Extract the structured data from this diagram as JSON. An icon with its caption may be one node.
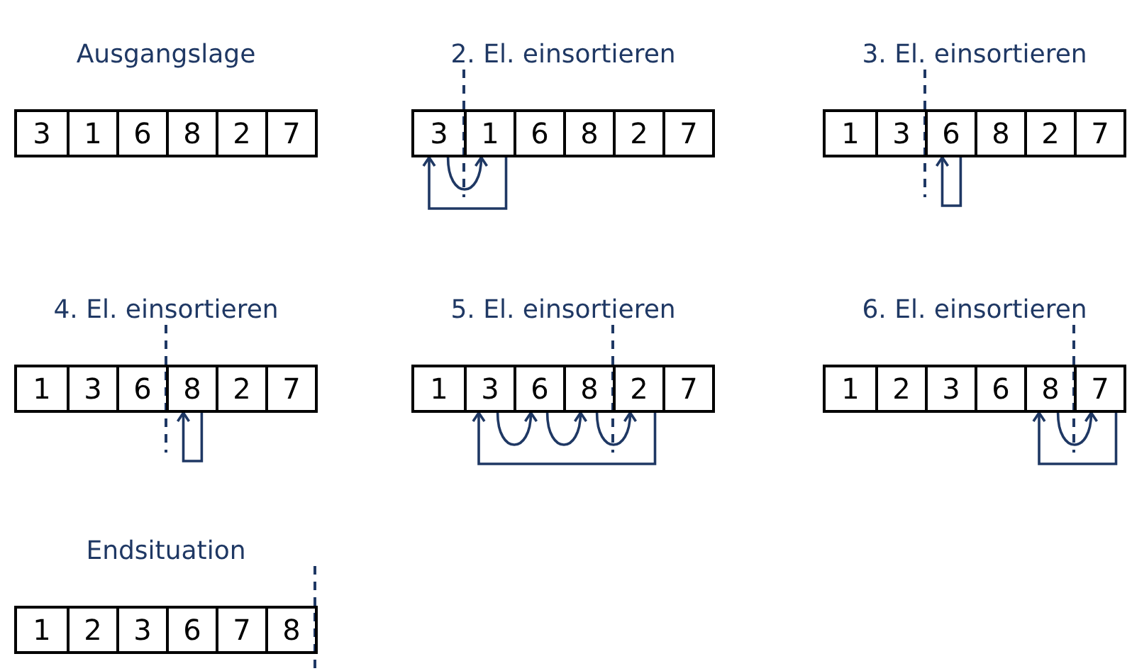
{
  "diagram": {
    "nodes": [
      {
        "text": [
          "Ausgangslage"
        ]
      },
      {
        "text": [
          "3"
        ],
        "in": 0
      },
      {
        "text": [
          "1"
        ],
        "in": 0
      },
      {
        "text": [
          "6"
        ],
        "in": 0
      },
      {
        "text": [
          "8"
        ],
        "in": 0
      },
      {
        "text": [
          "2"
        ],
        "in": 0
      },
      {
        "text": [
          "7"
        ],
        "in": 0
      },
      {
        "text": [
          "2. El. einsortieren"
        ]
      },
      {
        "text": [
          "3"
        ],
        "in": 7
      },
      {
        "text": [
          "1"
        ],
        "in": 7
      },
      {
        "text": [
          "6"
        ],
        "in": 7
      },
      {
        "text": [
          "8"
        ],
        "in": 7
      },
      {
        "text": [
          "2"
        ],
        "in": 7
      },
      {
        "text": [
          "7"
        ],
        "in": 7
      },
      {
        "text": [
          "3. El. einsortieren"
        ]
      },
      {
        "text": [
          "1"
        ],
        "in": 14
      },
      {
        "text": [
          "3"
        ],
        "in": 14
      },
      {
        "text": [
          "6"
        ],
        "in": 14
      },
      {
        "text": [
          "8"
        ],
        "in": 14
      },
      {
        "text": [
          "2"
        ],
        "in": 14
      },
      {
        "text": [
          "7"
        ],
        "in": 14
      },
      {
        "text": [
          "4. El. einsortieren"
        ]
      },
      {
        "text": [
          "1"
        ],
        "in": 21
      },
      {
        "text": [
          "3"
        ],
        "in": 21
      },
      {
        "text": [
          "6"
        ],
        "in": 21
      },
      {
        "text": [
          "8"
        ],
        "in": 21
      },
      {
        "text": [
          "2"
        ],
        "in": 21
      },
      {
        "text": [
          "7"
        ],
        "in": 21
      },
      {
        "text": [
          "5. El. einsortieren"
        ]
      },
      {
        "text": [
          "1"
        ],
        "in": 28
      },
      {
        "text": [
          "3"
        ],
        "in": 28
      },
      {
        "text": [
          "6"
        ],
        "in": 28
      },
      {
        "text": [
          "8"
        ],
        "in": 28
      },
      {
        "text": [
          "2"
        ],
        "in": 28
      },
      {
        "text": [
          "7"
        ],
        "in": 28
      },
      {
        "text": [
          "6. El. einsortieren"
        ]
      },
      {
        "text": [
          "1"
        ],
        "in": 35
      },
      {
        "text": [
          "2"
        ],
        "in": 35
      },
      {
        "text": [
          "3"
        ],
        "in": 35
      },
      {
        "text": [
          "6"
        ],
        "in": 35
      },
      {
        "text": [
          "8"
        ],
        "in": 35
      },
      {
        "text": [
          "7"
        ],
        "in": 35
      },
      {
        "text": [
          "Endsituation"
        ]
      },
      {
        "text": [
          "1"
        ],
        "in": 42
      },
      {
        "text": [
          "2"
        ],
        "in": 42
      },
      {
        "text": [
          "3"
        ],
        "in": 42
      },
      {
        "text": [
          "6"
        ],
        "in": 42
      },
      {
        "text": [
          "7"
        ],
        "in": 42
      },
      {
        "text": [
          "8"
        ],
        "in": 42
      }
    ],
    "edges": [
      {
        "from": 9,
        "to": 8,
        "arrow": "to"
      },
      {
        "from": 8,
        "to": 9,
        "arrow": "to"
      },
      {
        "from": 17,
        "to": 17,
        "arrow": "to"
      },
      {
        "from": 25,
        "to": 25,
        "arrow": "to"
      },
      {
        "from": 33,
        "to": 30,
        "arrow": "to"
      },
      {
        "from": 30,
        "to": 31,
        "arrow": "to"
      },
      {
        "from": 31,
        "to": 32,
        "arrow": "to"
      },
      {
        "from": 32,
        "to": 33,
        "arrow": "to"
      },
      {
        "from": 41,
        "to": 40,
        "arrow": "to"
      },
      {
        "from": 40,
        "to": 41,
        "arrow": "to"
      }
    ]
  }
}
